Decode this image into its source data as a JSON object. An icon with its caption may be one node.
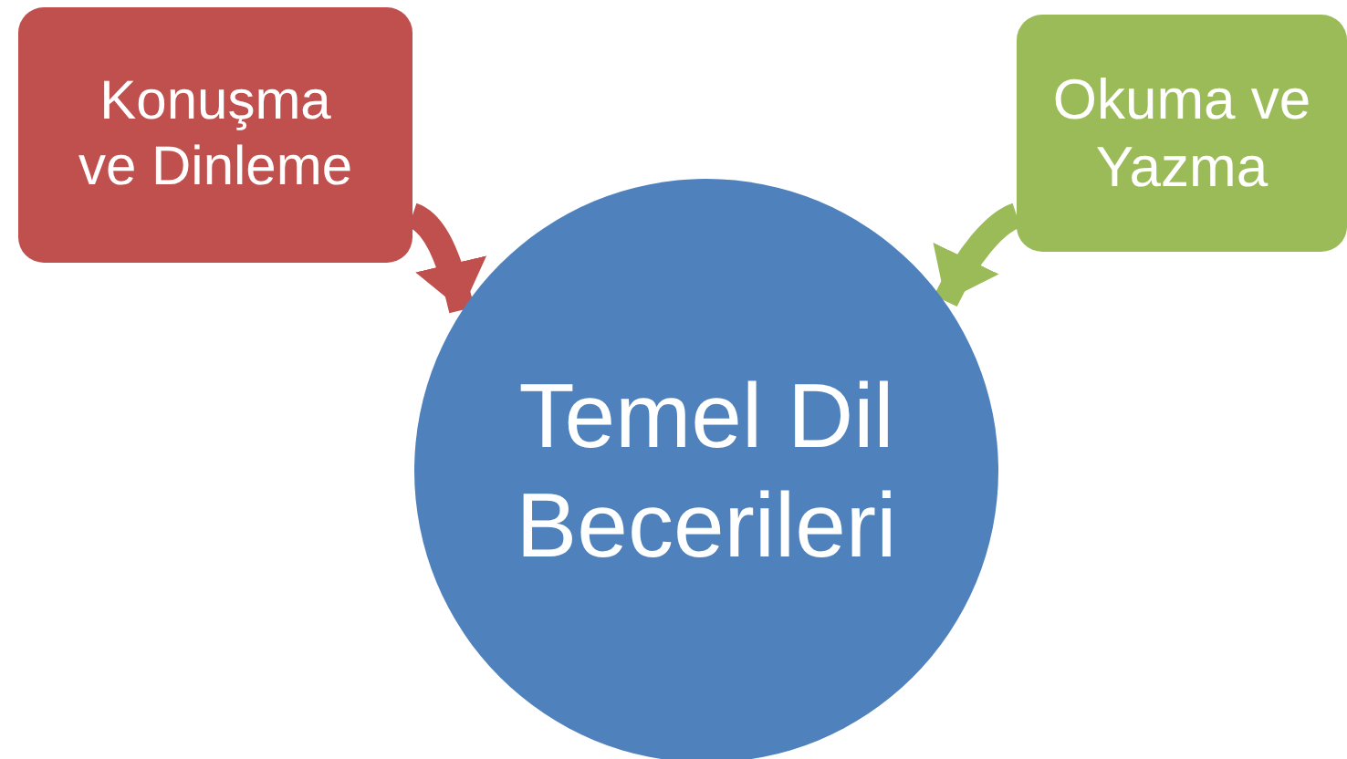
{
  "diagram": {
    "nodes": [
      {
        "text": [
          "Konuşma ve Dinleme"
        ]
      },
      {
        "text": [
          "Okuma ve Yazma"
        ]
      },
      {
        "text": [
          "Temel Dil Becerileri"
        ]
      }
    ],
    "edges": [
      {
        "from": 0,
        "to": 2,
        "arrow": "to",
        "color": "#c0504d"
      },
      {
        "from": 1,
        "to": 2,
        "arrow": "to",
        "color": "#9bbb59"
      }
    ]
  }
}
